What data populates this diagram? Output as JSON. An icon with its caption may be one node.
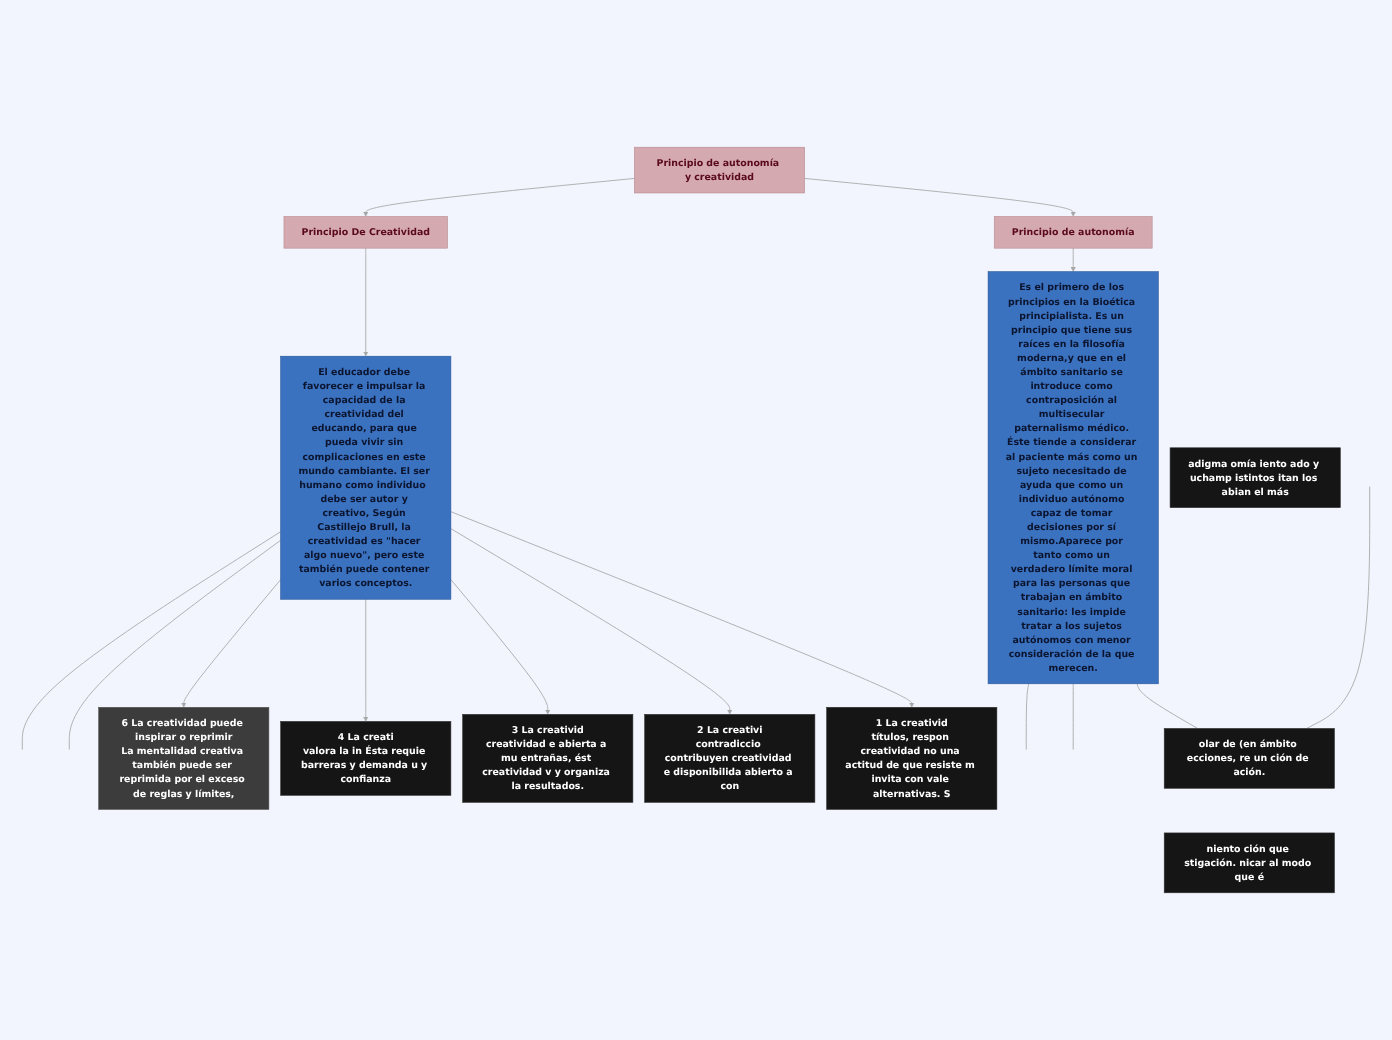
{
  "diagram": {
    "nodes": [
      {
        "text": [
          "Principio de autonomía y creatividad"
        ]
      },
      {
        "text": [
          "Principio de autonomía"
        ]
      },
      {
        "text": [
          "Principio De Creatividad"
        ]
      },
      {
        "text": [
          "Es el primero de los principios en la Bioética principialista. Es un principio que tiene sus raíces en la filosofía moderna,y que en el ámbito sanitario se introduce como contraposición al multisecular paternalismo médico. Éste tiende a considerar al paciente más como un sujeto necesitado de ayuda que como un individuo autónomo capaz de tomar decisiones por sí mismo.Aparece por tanto como un verdadero límite moral para las personas que trabajan en ámbito sanitario: les impide tratar a los sujetos autónomos con menor consideración de la que merecen."
        ]
      },
      {
        "text": [
          "El educador debe favorecer e impulsar la capacidad de la creatividad del educando, para que pueda vivir sin complicaciones en este mundo cambiante. El ser humano como individuo  debe ser autor y creativo, Según Castillejo Brull, la creatividad es \"hacer algo nuevo\", pero este también puede contener varios conceptos."
        ]
      },
      {
        "text": [
          "adigma omía iento ado y uchamp istintos itan los abian el más"
        ]
      },
      {
        "text": [
          "olar de (en ámbito ecciones, re un ción de ación."
        ]
      },
      {
        "text": [
          "niento ción que stigación. nicar al modo que é"
        ]
      },
      {
        "text": [
          "1 La creativid",
          "títulos, respon creatividad no una actitud de que resiste m invita con vale alternativas. S"
        ]
      },
      {
        "text": [
          "2 La creativi",
          "contradiccio contribuyen creatividad e disponibilida abierto a con"
        ]
      },
      {
        "text": [
          "3 La creativid",
          "creatividad e abierta a mu entrañas, ést creatividad v y organiza la resultados."
        ]
      },
      {
        "text": [
          "4 La creati",
          "valora la in Ésta requie barreras y demanda u y confianza"
        ]
      },
      {
        "text": [
          "6 La creatividad puede inspirar o reprimir",
          "La mentalidad creativa también puede ser reprimida por el exceso de reglas y límites,"
        ]
      }
    ],
    "edges": [
      {
        "from": 0,
        "to": 1,
        "arrow": "to"
      },
      {
        "from": 0,
        "to": 2,
        "arrow": "to"
      },
      {
        "from": 1,
        "to": 3,
        "arrow": "to"
      },
      {
        "from": 2,
        "to": 4,
        "arrow": "to"
      },
      {
        "from": 3,
        "to": 6,
        "arrow": "none"
      },
      {
        "from": null,
        "to": 6,
        "arrow": "none"
      },
      {
        "from": 3,
        "to": null,
        "arrow": "none"
      },
      {
        "from": 3,
        "to": null,
        "arrow": "none"
      },
      {
        "from": 4,
        "to": 8,
        "arrow": "to"
      },
      {
        "from": 4,
        "to": 9,
        "arrow": "to"
      },
      {
        "from": 4,
        "to": 10,
        "arrow": "to"
      },
      {
        "from": 4,
        "to": 11,
        "arrow": "to"
      },
      {
        "from": 4,
        "to": 12,
        "arrow": "to"
      },
      {
        "from": 4,
        "to": null,
        "arrow": "none"
      },
      {
        "from": 4,
        "to": null,
        "arrow": "none"
      }
    ]
  }
}
